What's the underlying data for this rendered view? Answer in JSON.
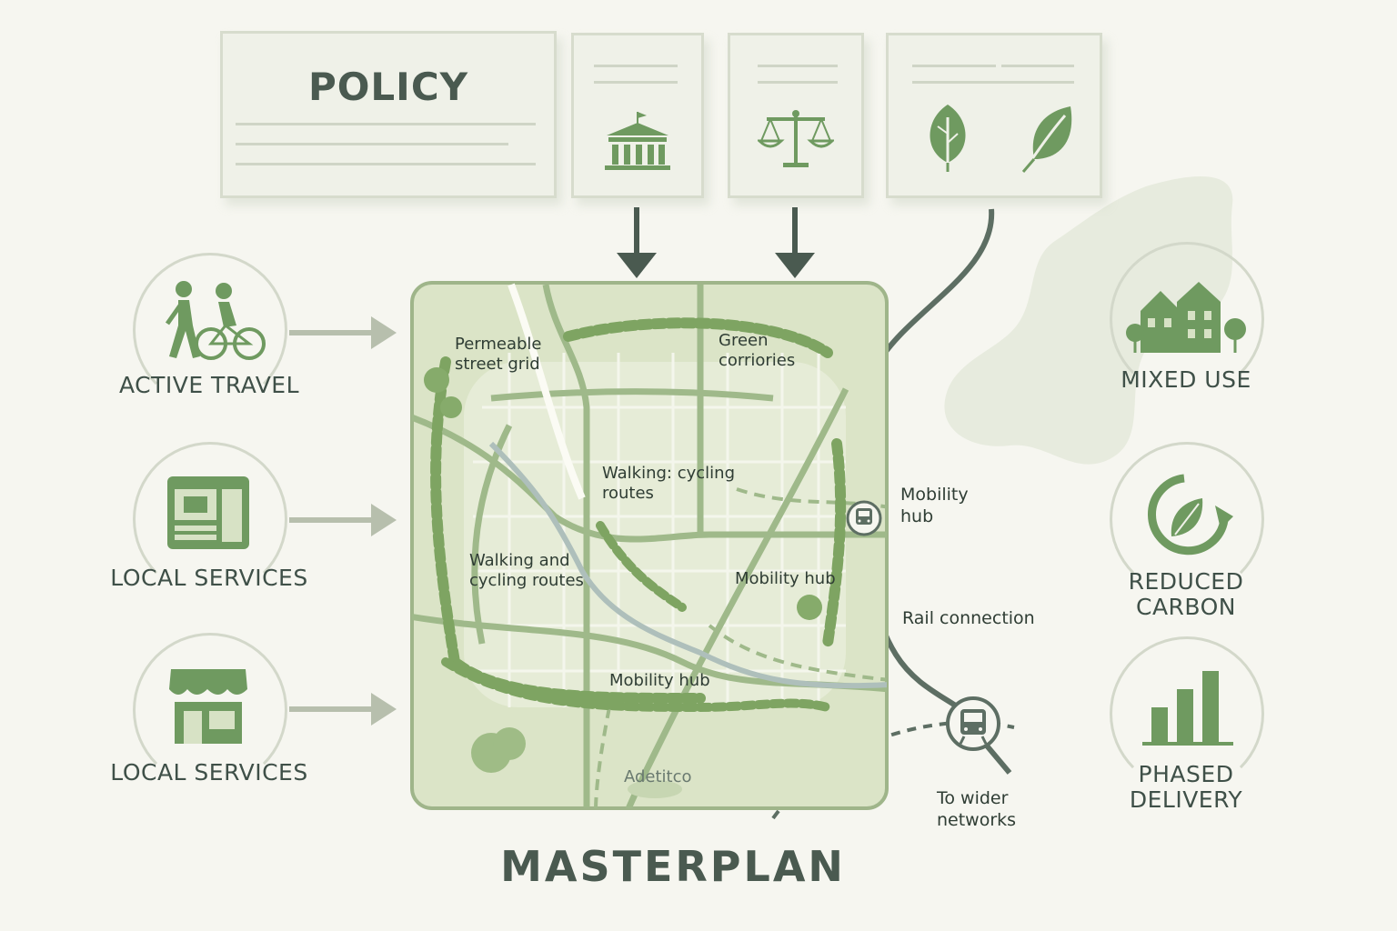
{
  "policy": {
    "title": "POLICY",
    "icons": [
      "government-building-icon",
      "scales-of-justice-icon",
      "leaf-icon",
      "leaf-icon"
    ]
  },
  "left_items": [
    {
      "label": "ACTIVE TRAVEL",
      "icon": "walker-cyclist-icon"
    },
    {
      "label": "LOCAL SERVICES",
      "icon": "services-panel-icon"
    },
    {
      "label": "LOCAL SERVICES",
      "icon": "shop-front-icon"
    }
  ],
  "right_items": [
    {
      "label": "MIXED USE",
      "icon": "houses-icon"
    },
    {
      "label": "REDUCED CARBON",
      "icon": "recycle-leaf-icon"
    },
    {
      "label": "PHASED DELIVERY",
      "icon": "bar-chart-icon"
    }
  ],
  "map_labels": {
    "permeable": "Permeable street grid",
    "green": "Green corriories",
    "walking_cycling_center": "Walking: cycling routes",
    "walking_cycling_left": "Walking and cycling routes",
    "mobility_hub_right": "Mobility hub",
    "mobility_hub_bottom": "Mobility hub",
    "bottom_text": "Adetitco"
  },
  "rail_labels": {
    "mobility_hub": "Mobility hub",
    "rail_connection": "Rail connection",
    "wider_networks": "To wider networks"
  },
  "footer": {
    "title": "MASTERPLAN"
  },
  "colors": {
    "background": "#f6f6f0",
    "accent": "#6f9a60",
    "dark": "#4a5a50",
    "map": "#d9e3c4"
  }
}
